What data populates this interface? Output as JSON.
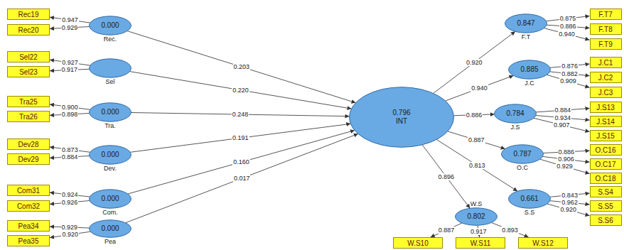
{
  "diagram": {
    "nodes": [
      {
        "text": [
          "Rec19"
        ]
      },
      {
        "text": [
          "Rec20"
        ]
      },
      {
        "text": [
          "0.000",
          "Rec."
        ]
      },
      {
        "text": [
          "Sel22"
        ]
      },
      {
        "text": [
          "Sel23"
        ]
      },
      {
        "text": [
          "Sel"
        ]
      },
      {
        "text": [
          "Tra25"
        ]
      },
      {
        "text": [
          "Tra26"
        ]
      },
      {
        "text": [
          "0.000",
          "Tra."
        ]
      },
      {
        "text": [
          "Dev28"
        ]
      },
      {
        "text": [
          "Dev29"
        ]
      },
      {
        "text": [
          "0.000",
          "Dev."
        ]
      },
      {
        "text": [
          "Com31"
        ]
      },
      {
        "text": [
          "Com32"
        ]
      },
      {
        "text": [
          "0.000",
          "Com."
        ]
      },
      {
        "text": [
          "Pea34"
        ]
      },
      {
        "text": [
          "Pea35"
        ]
      },
      {
        "text": [
          "0.000",
          "Pea"
        ]
      },
      {
        "text": [
          "0.796",
          "INT"
        ]
      },
      {
        "text": [
          "0.847",
          "F.T"
        ]
      },
      {
        "text": [
          "F.T7"
        ]
      },
      {
        "text": [
          "F.T8"
        ]
      },
      {
        "text": [
          "F.T9"
        ]
      },
      {
        "text": [
          "0.885",
          "J.C"
        ]
      },
      {
        "text": [
          "J.C1"
        ]
      },
      {
        "text": [
          "J.C2"
        ]
      },
      {
        "text": [
          "J.C3"
        ]
      },
      {
        "text": [
          "0.784",
          "J.S"
        ]
      },
      {
        "text": [
          "J.S13"
        ]
      },
      {
        "text": [
          "J.S14"
        ]
      },
      {
        "text": [
          "J.S15"
        ]
      },
      {
        "text": [
          "0.787",
          "O.C"
        ]
      },
      {
        "text": [
          "O.C16"
        ]
      },
      {
        "text": [
          "O.C17"
        ]
      },
      {
        "text": [
          "O.C18"
        ]
      },
      {
        "text": [
          "0.661",
          "S.S"
        ]
      },
      {
        "text": [
          "S.S4"
        ]
      },
      {
        "text": [
          "S.S5"
        ]
      },
      {
        "text": [
          "S.S6"
        ]
      },
      {
        "text": [
          "0.802",
          "W.S"
        ]
      },
      {
        "text": [
          "W.S10"
        ]
      },
      {
        "text": [
          "W.S11"
        ]
      },
      {
        "text": [
          "W.S12"
        ]
      }
    ],
    "edges": [
      {
        "from": 2,
        "to": 0,
        "label": "0.947",
        "arrow": "to"
      },
      {
        "from": 2,
        "to": 1,
        "label": "0.929",
        "arrow": "to"
      },
      {
        "from": 2,
        "to": 18,
        "label": "0.203",
        "arrow": "to"
      },
      {
        "from": 5,
        "to": 3,
        "label": "0.927",
        "arrow": "to"
      },
      {
        "from": 5,
        "to": 4,
        "label": "0.917",
        "arrow": "to"
      },
      {
        "from": 5,
        "to": 18,
        "label": "0.220",
        "arrow": "to"
      },
      {
        "from": 8,
        "to": 6,
        "label": "0.900",
        "arrow": "to"
      },
      {
        "from": 8,
        "to": 7,
        "label": "0.898",
        "arrow": "to"
      },
      {
        "from": 8,
        "to": 18,
        "label": "0.248",
        "arrow": "to"
      },
      {
        "from": 11,
        "to": 9,
        "label": "0.873",
        "arrow": "to"
      },
      {
        "from": 11,
        "to": 10,
        "label": "0.884",
        "arrow": "to"
      },
      {
        "from": 11,
        "to": 18,
        "label": "0.191",
        "arrow": "to"
      },
      {
        "from": 14,
        "to": 12,
        "label": "0.924",
        "arrow": "to"
      },
      {
        "from": 14,
        "to": 13,
        "label": "0.926",
        "arrow": "to"
      },
      {
        "from": 14,
        "to": 18,
        "label": "0.160",
        "arrow": "to"
      },
      {
        "from": 17,
        "to": 15,
        "label": "0.929",
        "arrow": "to"
      },
      {
        "from": 17,
        "to": 16,
        "label": "0.920",
        "arrow": "to"
      },
      {
        "from": 17,
        "to": 18,
        "label": "0.017",
        "arrow": "to"
      },
      {
        "from": 18,
        "to": 19,
        "label": "0.920",
        "arrow": "to"
      },
      {
        "from": 19,
        "to": 20,
        "label": "0.875",
        "arrow": "to"
      },
      {
        "from": 19,
        "to": 21,
        "label": "0.886",
        "arrow": "to"
      },
      {
        "from": 19,
        "to": 22,
        "label": "0.940",
        "arrow": "to"
      },
      {
        "from": 18,
        "to": 23,
        "label": "0.940",
        "arrow": "to"
      },
      {
        "from": 23,
        "to": 24,
        "label": "0.876",
        "arrow": "to"
      },
      {
        "from": 23,
        "to": 25,
        "label": "0.882",
        "arrow": "to"
      },
      {
        "from": 23,
        "to": 26,
        "label": "0.909",
        "arrow": "to"
      },
      {
        "from": 18,
        "to": 27,
        "label": "0.886",
        "arrow": "to"
      },
      {
        "from": 27,
        "to": 28,
        "label": "0.884",
        "arrow": "to"
      },
      {
        "from": 27,
        "to": 29,
        "label": "0.934",
        "arrow": "to"
      },
      {
        "from": 27,
        "to": 30,
        "label": "0.907",
        "arrow": "to"
      },
      {
        "from": 18,
        "to": 31,
        "label": "0.887",
        "arrow": "to"
      },
      {
        "from": 31,
        "to": 32,
        "label": "0.886",
        "arrow": "to"
      },
      {
        "from": 31,
        "to": 33,
        "label": "0.906",
        "arrow": "to"
      },
      {
        "from": 31,
        "to": 34,
        "label": "0.929",
        "arrow": "to"
      },
      {
        "from": 18,
        "to": 35,
        "label": "0.813",
        "arrow": "to"
      },
      {
        "from": 35,
        "to": 36,
        "label": "0.843",
        "arrow": "to"
      },
      {
        "from": 35,
        "to": 37,
        "label": "0.962",
        "arrow": "to"
      },
      {
        "from": 35,
        "to": 38,
        "label": "0.920",
        "arrow": "to"
      },
      {
        "from": 18,
        "to": 39,
        "label": "0.896",
        "arrow": "to"
      },
      {
        "from": 39,
        "to": 40,
        "label": "0.887",
        "arrow": "to"
      },
      {
        "from": 39,
        "to": 41,
        "label": "0.917",
        "arrow": "to"
      },
      {
        "from": 39,
        "to": 42,
        "label": "0.893",
        "arrow": "to"
      }
    ]
  }
}
